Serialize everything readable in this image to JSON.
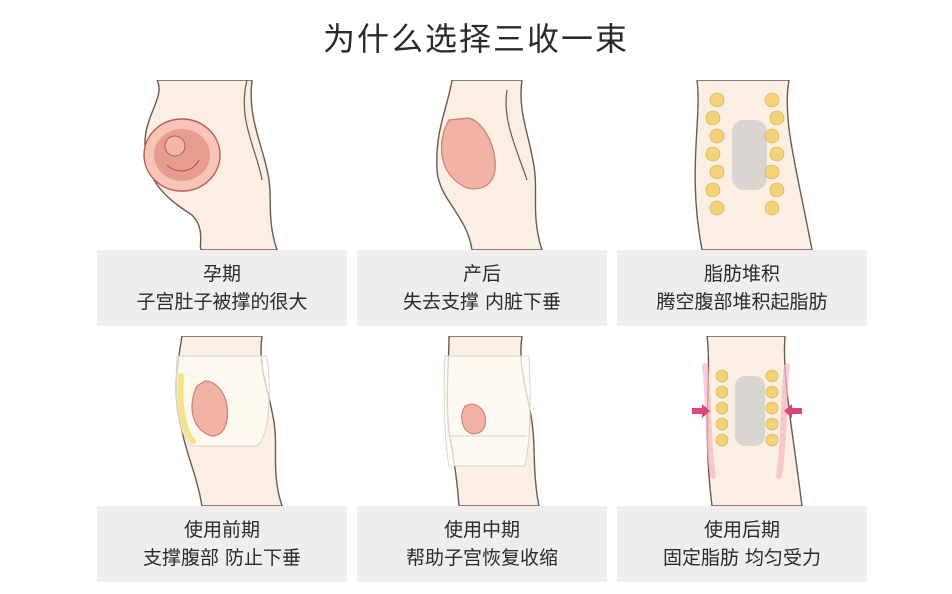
{
  "title": "为什么选择三收一束",
  "cards": [
    {
      "line1": "孕期",
      "line2": "子宫肚子被撑的很大"
    },
    {
      "line1": "产后",
      "line2": "失去支撑  内脏下垂"
    },
    {
      "line1": "脂肪堆积",
      "line2": "腾空腹部堆积起脂肪"
    },
    {
      "line1": "使用前期",
      "line2": "支撑腹部  防止下垂"
    },
    {
      "line1": "使用中期",
      "line2": "帮助子宫恢复收缩"
    },
    {
      "line1": "使用后期",
      "line2": "固定脂肪  均匀受力"
    }
  ],
  "colors": {
    "skin": "#fbeee2",
    "outline": "#6b5a4f",
    "uterus": "#f3b2a6",
    "fat": "#f3d27a",
    "arrow": "#e0457a"
  }
}
